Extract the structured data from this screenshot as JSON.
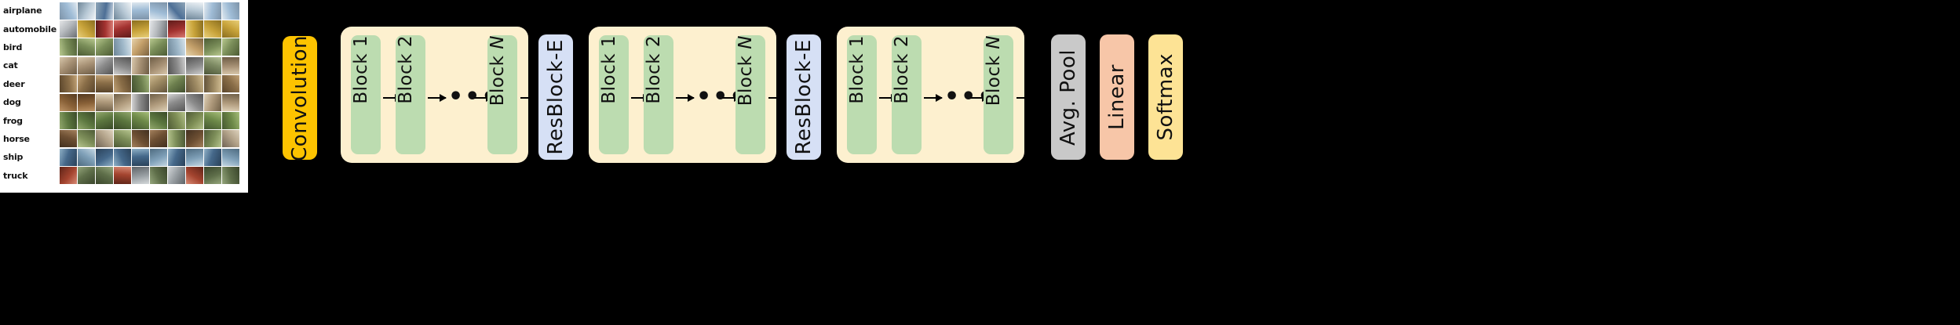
{
  "dataset": {
    "name": "cifar10-sample-grid",
    "classes": [
      "airplane",
      "automobile",
      "bird",
      "cat",
      "deer",
      "dog",
      "frog",
      "horse",
      "ship",
      "truck"
    ],
    "images_per_class": 10
  },
  "pipeline": {
    "stages": [
      {
        "id": "convolution",
        "label": "Convolution",
        "color": "#fdc300",
        "kind": "node"
      },
      {
        "id": "stage-1",
        "label": "",
        "color": "#fdf0cf",
        "kind": "group",
        "blocks": [
          "Block 1",
          "Block 2",
          "Block N"
        ],
        "ellipsis": "•••"
      },
      {
        "id": "resblock-e-1",
        "label": "ResBlock-E",
        "color": "#d6e0f5",
        "kind": "node"
      },
      {
        "id": "stage-2",
        "label": "",
        "color": "#fdf0cf",
        "kind": "group",
        "blocks": [
          "Block 1",
          "Block 2",
          "Block N"
        ],
        "ellipsis": "•••"
      },
      {
        "id": "resblock-e-2",
        "label": "ResBlock-E",
        "color": "#d6e0f5",
        "kind": "node"
      },
      {
        "id": "stage-3",
        "label": "",
        "color": "#fdf0cf",
        "kind": "group",
        "blocks": [
          "Block 1",
          "Block 2",
          "Block N"
        ],
        "ellipsis": "•••"
      },
      {
        "id": "avg-pool",
        "label": "Avg. Pool",
        "color": "#c9c9c9",
        "kind": "node"
      },
      {
        "id": "linear",
        "label": "Linear",
        "color": "#f7c6a8",
        "kind": "node"
      },
      {
        "id": "softmax",
        "label": "Softmax",
        "color": "#fde395",
        "kind": "node"
      }
    ],
    "labels": {
      "convolution": "Convolution",
      "block1": "Block 1",
      "block2": "Block 2",
      "blockN_prefix": "Block ",
      "blockN_italic": "N",
      "resblock": "ResBlock-E",
      "avgpool": "Avg. Pool",
      "linear": "Linear",
      "softmax": "Softmax",
      "ellipsis": "•••"
    }
  },
  "colors": {
    "background": "#000000",
    "panel": "#ffffff",
    "convolution": "#fdc300",
    "group": "#fdf0cf",
    "block": "#bcdcb0",
    "resblock": "#d6e0f5",
    "avgpool": "#c9c9c9",
    "linear": "#f7c6a8",
    "softmax": "#fde395",
    "text": "#111111"
  }
}
